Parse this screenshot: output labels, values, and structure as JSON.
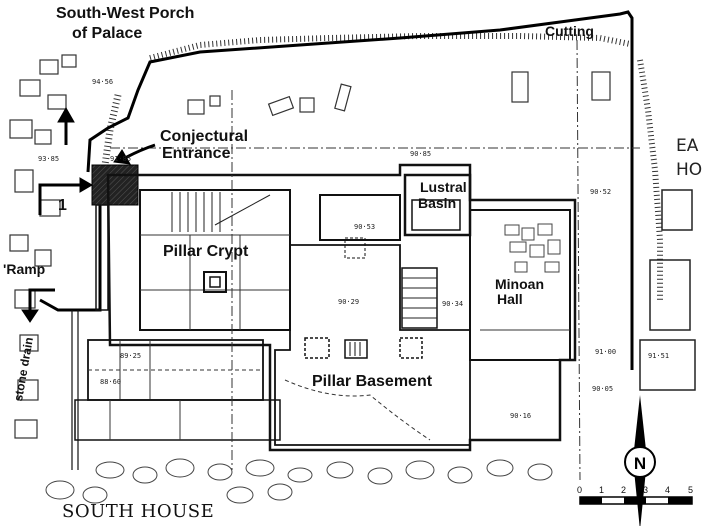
{
  "labels": {
    "sw_porch_line1": "South-West Porch",
    "sw_porch_line2": "of Palace",
    "cutting": "Cutting",
    "conjectural_line1": "Conjectural",
    "conjectural_line2": "Entrance",
    "lustral_line1": "Lustral",
    "lustral_line2": "Basin",
    "pillar_crypt": "Pillar Crypt",
    "minoan_line1": "Minoan",
    "minoan_line2": "Hall",
    "ramp": "'Ramp",
    "stone_drain": "stone drain",
    "pillar_basement": "Pillar Basement",
    "south_house": "SOUTH HOUSE",
    "east_house_line1": "EA",
    "east_house_line2": "HO",
    "marker_one": "1"
  },
  "elevations": {
    "e9456": "94·56",
    "e9385": "93·85",
    "e9185": "91·85",
    "e9085": "90·85",
    "e9053": "90·53",
    "e9052": "90·52",
    "e9029": "90·29",
    "e9034": "90·34",
    "e8925": "89·25",
    "e8860": "88·60",
    "e9100": "91·00",
    "e9151": "91·51",
    "e9005": "90·05",
    "e9016": "90·16"
  },
  "compass": {
    "north_letter": "N"
  },
  "scale_bar": {
    "ticks": [
      "0",
      "1",
      "2",
      "3",
      "4",
      "5"
    ]
  },
  "colors": {
    "ink": "#111111",
    "paper": "#ffffff",
    "route": "#000000"
  }
}
